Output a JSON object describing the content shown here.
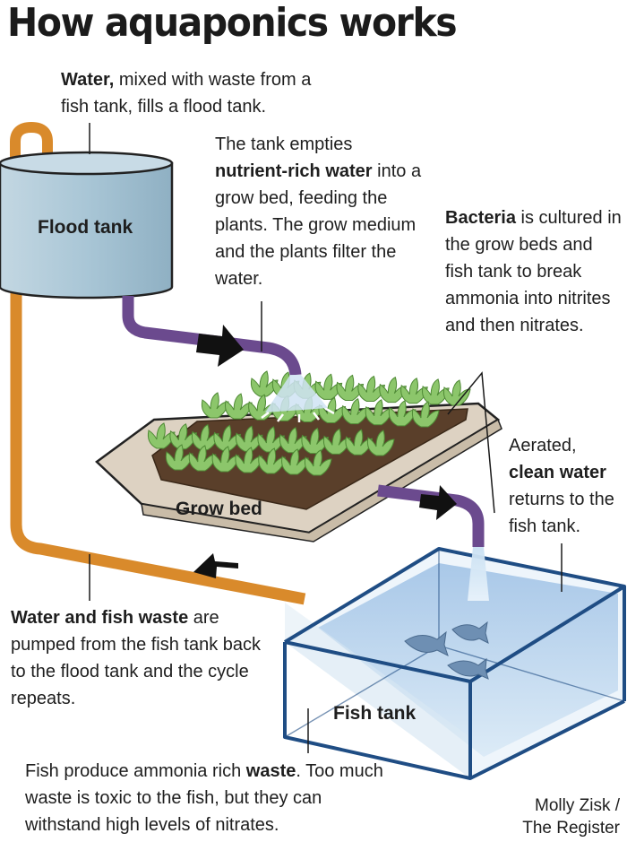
{
  "title": "How aquaponics works",
  "labels": {
    "flood_tank": "Flood tank",
    "grow_bed": "Grow bed",
    "fish_tank": "Fish tank"
  },
  "captions": {
    "water": {
      "bold": "Water,",
      "rest": " mixed with waste from a fish tank, fills a flood tank."
    },
    "tank_empties": {
      "pre": "The tank empties ",
      "bold": "nutrient-rich water",
      "post": " into a grow bed, feeding the plants. The grow medium and the plants filter the water."
    },
    "bacteria": {
      "bold": "Bacteria",
      "rest": " is cultured in the grow beds and fish tank to break ammonia into nitrites and then nitrates."
    },
    "aerated": {
      "pre": "Aerated, ",
      "bold": "clean water",
      "post": " returns to the fish tank."
    },
    "pumped": {
      "bold": "Water and fish waste",
      "rest": " are pumped from the fish tank back to the flood tank and the cycle repeats."
    },
    "fish_produce": {
      "pre": "Fish produce ammonia rich ",
      "bold": "waste",
      "post": ". Too much waste is toxic to the fish, but they can withstand high levels of nitrates."
    }
  },
  "credit": {
    "line1": "Molly Zisk /",
    "line2": "The Register"
  },
  "colors": {
    "flood_tank": "#a9c6d6",
    "orange_pipe": "#d98a2b",
    "purple_pipe": "#6b4a8e",
    "grow_bed": "#ddd2c2",
    "soil": "#5a3f2a",
    "plants": "#8cc66b",
    "water": "#8fb6de",
    "tank_outline": "#1f4d84"
  },
  "icons": [
    "flow-arrow-icon",
    "plant-icon",
    "fish-icon"
  ]
}
